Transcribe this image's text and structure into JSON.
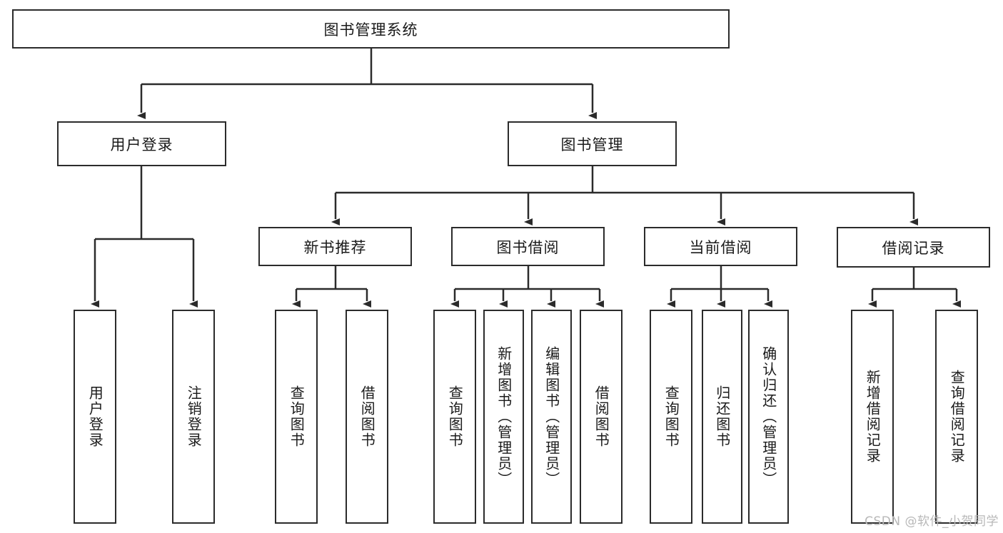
{
  "diagram": {
    "type": "tree",
    "title": "图书管理系统",
    "watermark": "CSDN @软件_小贺同学",
    "colors": {
      "stroke": "#2b2b2b",
      "fill": "#ffffff",
      "text": "#1a1a1a",
      "watermark": "#b8b8b8"
    },
    "nodes": {
      "root": {
        "label": "图书管理系统"
      },
      "level2": [
        {
          "label": "用户登录"
        },
        {
          "label": "图书管理"
        }
      ],
      "level3": [
        {
          "label": "新书推荐"
        },
        {
          "label": "图书借阅"
        },
        {
          "label": "当前借阅"
        },
        {
          "label": "借阅记录"
        }
      ],
      "leaves_user_login": [
        {
          "label": "用户登录"
        },
        {
          "label": "注销登录"
        }
      ],
      "leaves_new_book": [
        {
          "label": "查询图书"
        },
        {
          "label": "借阅图书"
        }
      ],
      "leaves_borrow": [
        {
          "label": "查询图书"
        },
        {
          "label": "新增图书（管理员）"
        },
        {
          "label": "编辑图书（管理员）"
        },
        {
          "label": "借阅图书"
        }
      ],
      "leaves_current": [
        {
          "label": "查询图书"
        },
        {
          "label": "归还图书"
        },
        {
          "label": "确认归还（管理员）"
        }
      ],
      "leaves_records": [
        {
          "label": "新增借阅记录"
        },
        {
          "label": "查询借阅记录"
        }
      ]
    }
  }
}
